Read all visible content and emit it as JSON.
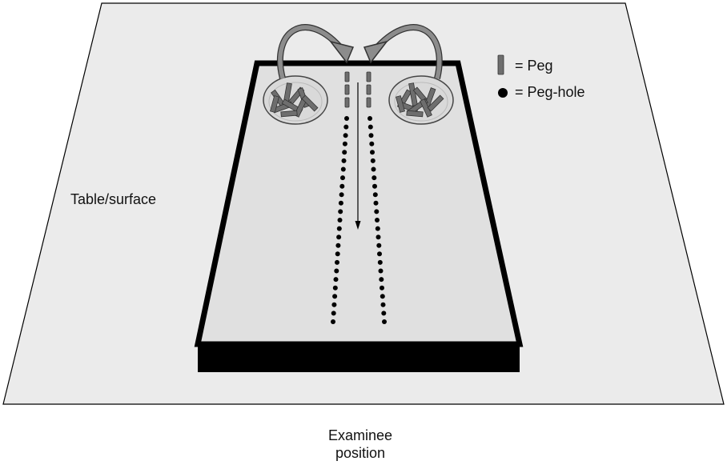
{
  "labels": {
    "surface": "Table/surface",
    "examinee_line1": "Examinee",
    "examinee_line2": "position"
  },
  "legend": {
    "peg": "= Peg",
    "peg_hole": "= Peg-hole"
  },
  "colors": {
    "surface": "#ebebeb",
    "board": "#e0e0e0",
    "board_edge": "#000000",
    "peg": "#6e6e6e",
    "arrow": "#8c8c8c",
    "hole": "#000000"
  }
}
